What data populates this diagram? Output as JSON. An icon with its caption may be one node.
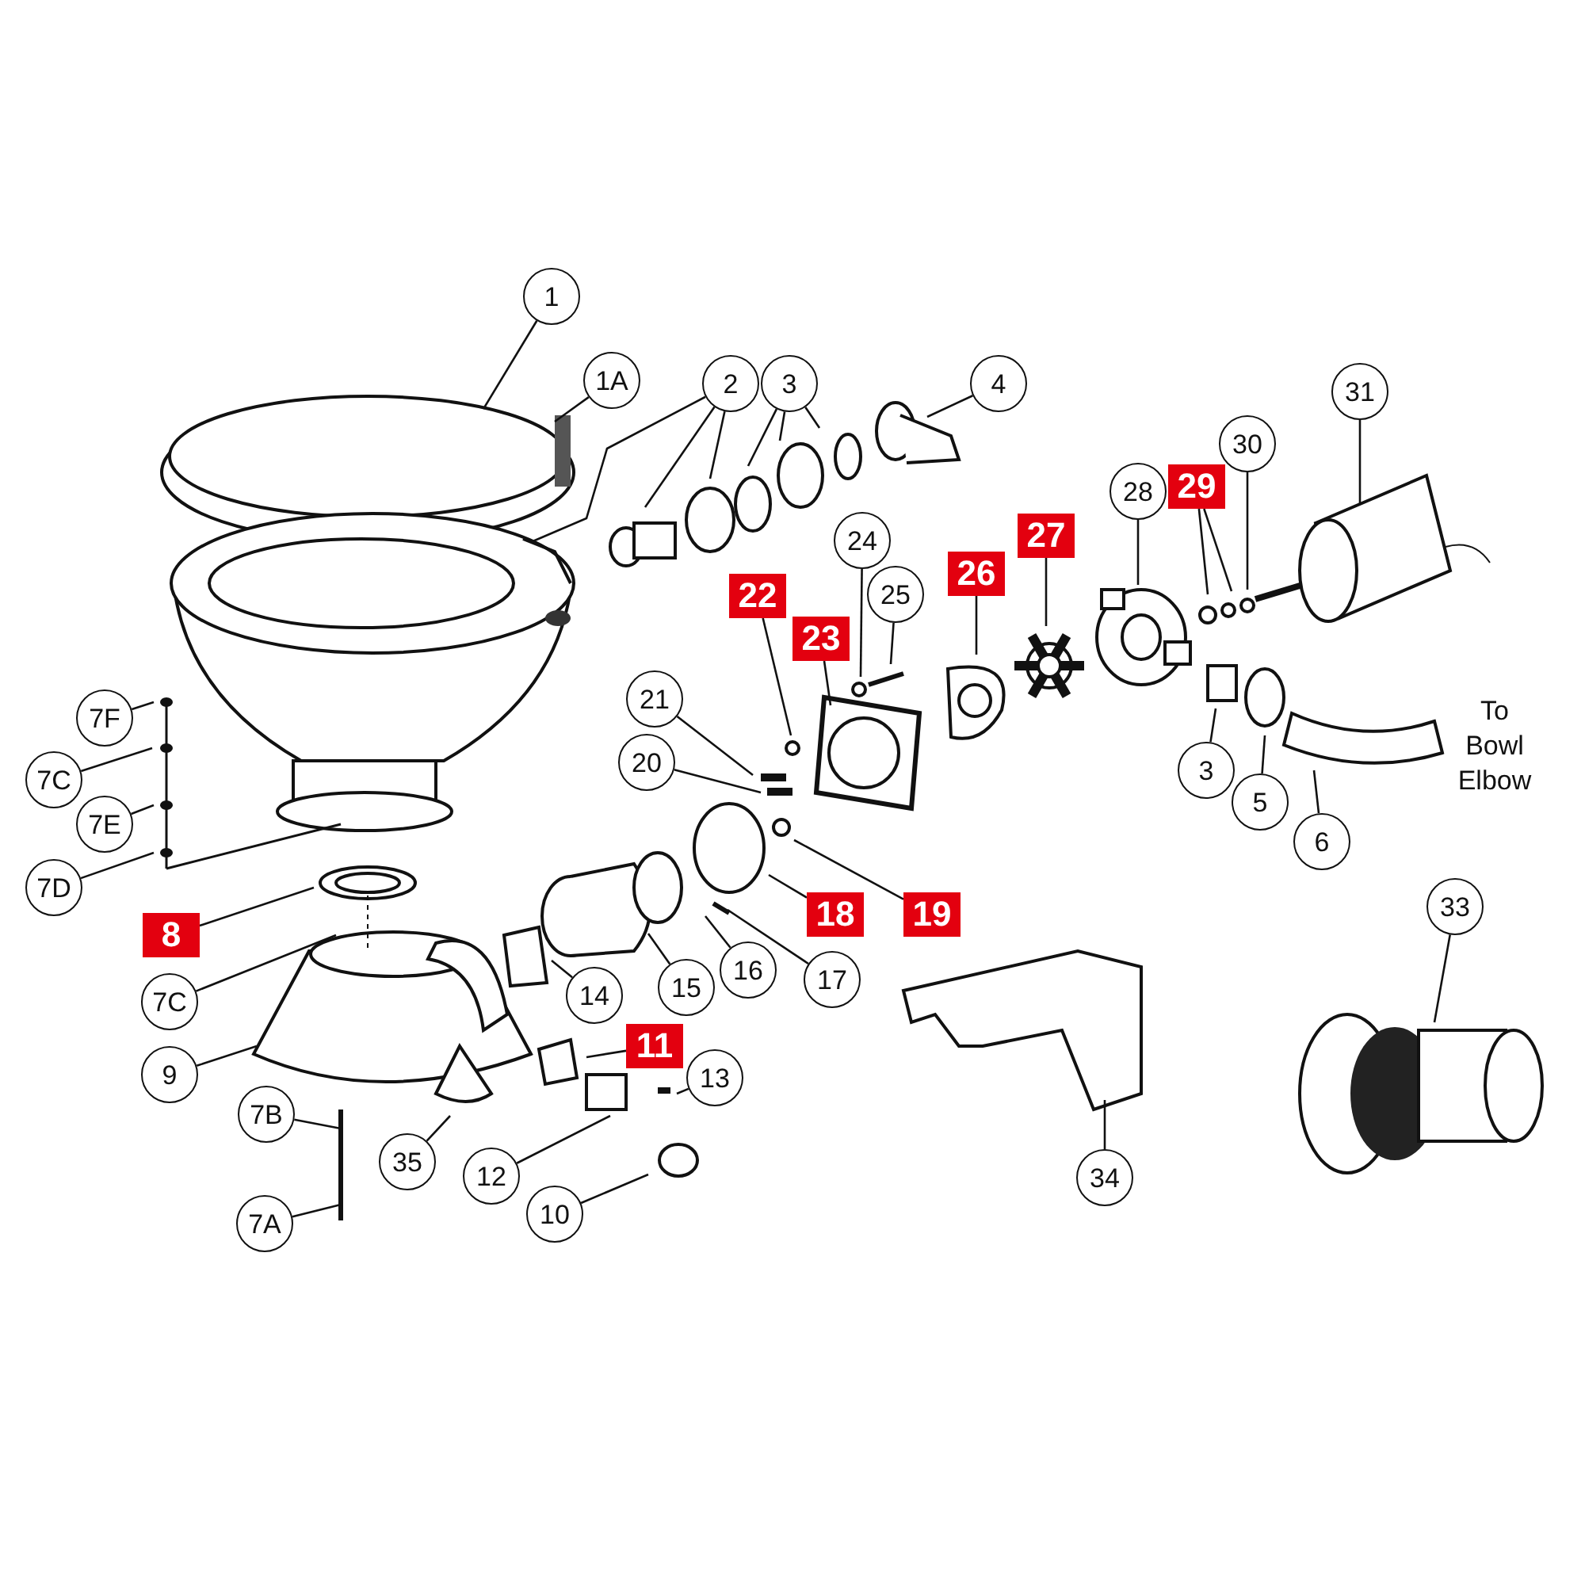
{
  "diagram": {
    "nodes": [
      {
        "text": [
          "1"
        ]
      },
      {
        "text": [
          "1A"
        ]
      },
      {
        "text": [
          "2"
        ]
      },
      {
        "text": [
          "3"
        ]
      },
      {
        "text": [
          "4"
        ]
      },
      {
        "text": [
          "31"
        ]
      },
      {
        "text": [
          "30"
        ]
      },
      {
        "text": [
          "28"
        ]
      },
      {
        "text": [
          "29"
        ]
      },
      {
        "text": [
          "27"
        ]
      },
      {
        "text": [
          "26"
        ]
      },
      {
        "text": [
          "24"
        ]
      },
      {
        "text": [
          "25"
        ]
      },
      {
        "text": [
          "22"
        ]
      },
      {
        "text": [
          "23"
        ]
      },
      {
        "text": [
          "21"
        ]
      },
      {
        "text": [
          "20"
        ]
      },
      {
        "text": [
          "7F"
        ]
      },
      {
        "text": [
          "7C"
        ]
      },
      {
        "text": [
          "7E"
        ]
      },
      {
        "text": [
          "7D"
        ]
      },
      {
        "text": [
          "3"
        ]
      },
      {
        "text": [
          "5"
        ]
      },
      {
        "text": [
          "6"
        ]
      },
      {
        "text": [
          "8"
        ]
      },
      {
        "text": [
          "7C"
        ]
      },
      {
        "text": [
          "18"
        ]
      },
      {
        "text": [
          "19"
        ]
      },
      {
        "text": [
          "9"
        ]
      },
      {
        "text": [
          "14"
        ]
      },
      {
        "text": [
          "15"
        ]
      },
      {
        "text": [
          "16"
        ]
      },
      {
        "text": [
          "17"
        ]
      },
      {
        "text": [
          "11"
        ]
      },
      {
        "text": [
          "13"
        ]
      },
      {
        "text": [
          "33"
        ]
      },
      {
        "text": [
          "7B"
        ]
      },
      {
        "text": [
          "35"
        ]
      },
      {
        "text": [
          "12"
        ]
      },
      {
        "text": [
          "34"
        ]
      },
      {
        "text": [
          "7A"
        ]
      },
      {
        "text": [
          "10"
        ]
      }
    ],
    "edges": [
      {
        "from": 0,
        "to": null,
        "arrow": "none"
      },
      {
        "from": 1,
        "to": null,
        "arrow": "none"
      },
      {
        "from": 2,
        "to": null,
        "arrow": "none"
      },
      {
        "from": 2,
        "to": null,
        "arrow": "none"
      },
      {
        "from": 2,
        "to": null,
        "arrow": "none"
      },
      {
        "from": 3,
        "to": null,
        "arrow": "none"
      },
      {
        "from": 3,
        "to": null,
        "arrow": "none"
      },
      {
        "from": 3,
        "to": null,
        "arrow": "none"
      },
      {
        "from": 4,
        "to": null,
        "arrow": "none"
      },
      {
        "from": 5,
        "to": null,
        "arrow": "none"
      },
      {
        "from": 6,
        "to": null,
        "arrow": "none"
      },
      {
        "from": 7,
        "to": null,
        "arrow": "none"
      },
      {
        "from": 8,
        "to": null,
        "arrow": "none"
      },
      {
        "from": 8,
        "to": null,
        "arrow": "none"
      },
      {
        "from": 9,
        "to": null,
        "arrow": "none"
      },
      {
        "from": 10,
        "to": null,
        "arrow": "none"
      },
      {
        "from": 11,
        "to": null,
        "arrow": "none"
      },
      {
        "from": 12,
        "to": null,
        "arrow": "none"
      },
      {
        "from": 13,
        "to": null,
        "arrow": "none"
      },
      {
        "from": 14,
        "to": null,
        "arrow": "none"
      },
      {
        "from": 15,
        "to": null,
        "arrow": "none"
      },
      {
        "from": 16,
        "to": null,
        "arrow": "none"
      },
      {
        "from": 17,
        "to": null,
        "arrow": "none"
      },
      {
        "from": 18,
        "to": null,
        "arrow": "none"
      },
      {
        "from": 19,
        "to": null,
        "arrow": "none"
      },
      {
        "from": 20,
        "to": null,
        "arrow": "none"
      },
      {
        "from": 21,
        "to": null,
        "arrow": "none"
      },
      {
        "from": 22,
        "to": null,
        "arrow": "none"
      },
      {
        "from": 23,
        "to": null,
        "arrow": "none"
      },
      {
        "from": 24,
        "to": null,
        "arrow": "none"
      },
      {
        "from": 25,
        "to": null,
        "arrow": "none"
      },
      {
        "from": 26,
        "to": null,
        "arrow": "none"
      },
      {
        "from": 27,
        "to": null,
        "arrow": "none"
      },
      {
        "from": 28,
        "to": null,
        "arrow": "none"
      },
      {
        "from": 29,
        "to": null,
        "arrow": "none"
      },
      {
        "from": 30,
        "to": null,
        "arrow": "none"
      },
      {
        "from": 31,
        "to": null,
        "arrow": "none"
      },
      {
        "from": 32,
        "to": null,
        "arrow": "none"
      },
      {
        "from": 33,
        "to": null,
        "arrow": "none"
      },
      {
        "from": 34,
        "to": null,
        "arrow": "none"
      },
      {
        "from": 35,
        "to": null,
        "arrow": "none"
      },
      {
        "from": 36,
        "to": null,
        "arrow": "none"
      },
      {
        "from": 37,
        "to": null,
        "arrow": "none"
      },
      {
        "from": 38,
        "to": null,
        "arrow": "none"
      },
      {
        "from": 39,
        "to": null,
        "arrow": "none"
      },
      {
        "from": 40,
        "to": null,
        "arrow": "none"
      },
      {
        "from": 41,
        "to": null,
        "arrow": "none"
      }
    ],
    "labels": [
      "To Bowl Elbow"
    ]
  }
}
